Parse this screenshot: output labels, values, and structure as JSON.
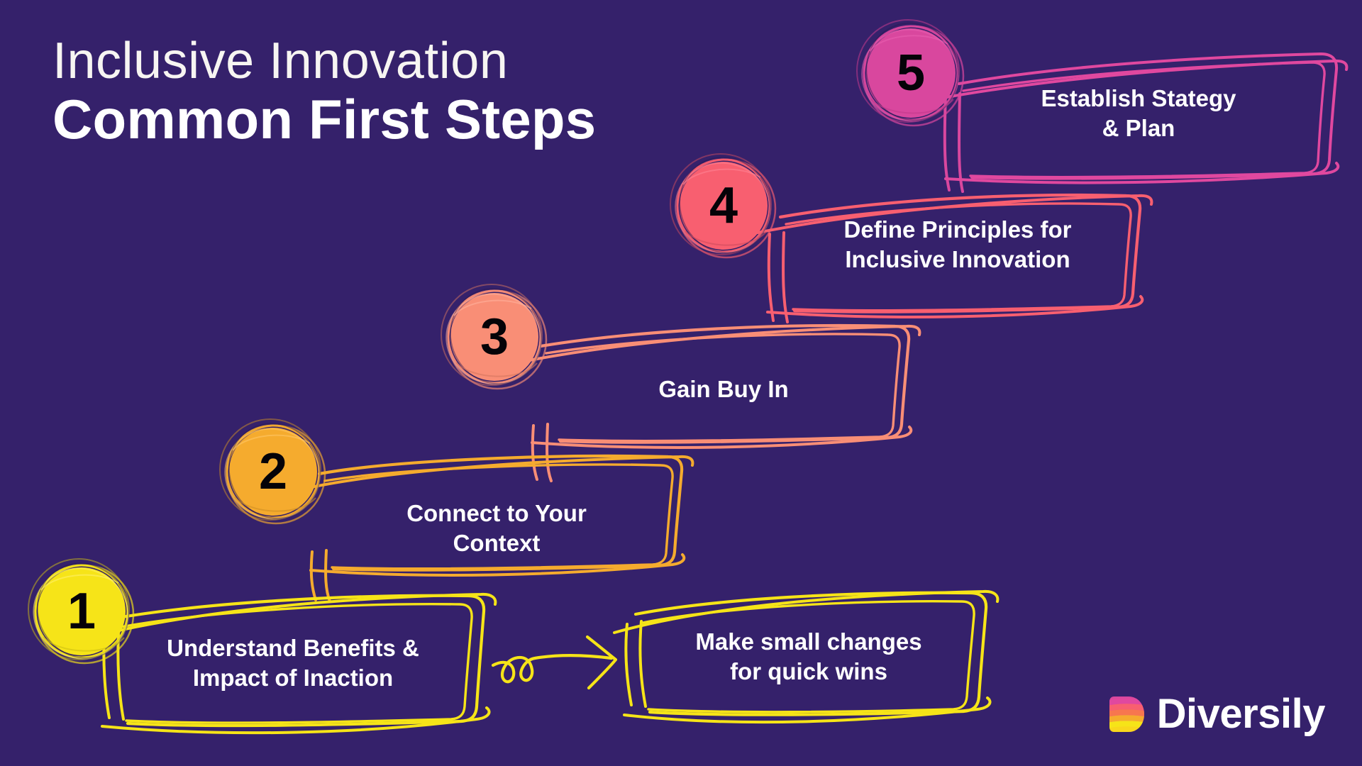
{
  "background_color": "#35216b",
  "title": {
    "line1": "Inclusive Innovation",
    "line2": "Common First Steps"
  },
  "steps": [
    {
      "number": "1",
      "label": "Understand Benefits &\nImpact of Inaction",
      "color": "#f6e418"
    },
    {
      "number": "2",
      "label": "Connect to Your\nContext",
      "color": "#f5ab2e"
    },
    {
      "number": "3",
      "label": "Gain Buy In",
      "color": "#f98e76"
    },
    {
      "number": "4",
      "label": "Define Principles for\nInclusive Innovation",
      "color": "#f85f70"
    },
    {
      "number": "5",
      "label": "Establish Stategy\n& Plan",
      "color": "#d9479e"
    }
  ],
  "extra_box": {
    "label": "Make small changes\nfor quick wins",
    "color": "#f6e418"
  },
  "arrow": {
    "name": "curly-arrow-right",
    "color": "#f6e418"
  },
  "logo": {
    "text": "Diversily",
    "mark_colors": [
      "#f6e418",
      "#f5ab2e",
      "#f85f70",
      "#d9479e"
    ]
  }
}
